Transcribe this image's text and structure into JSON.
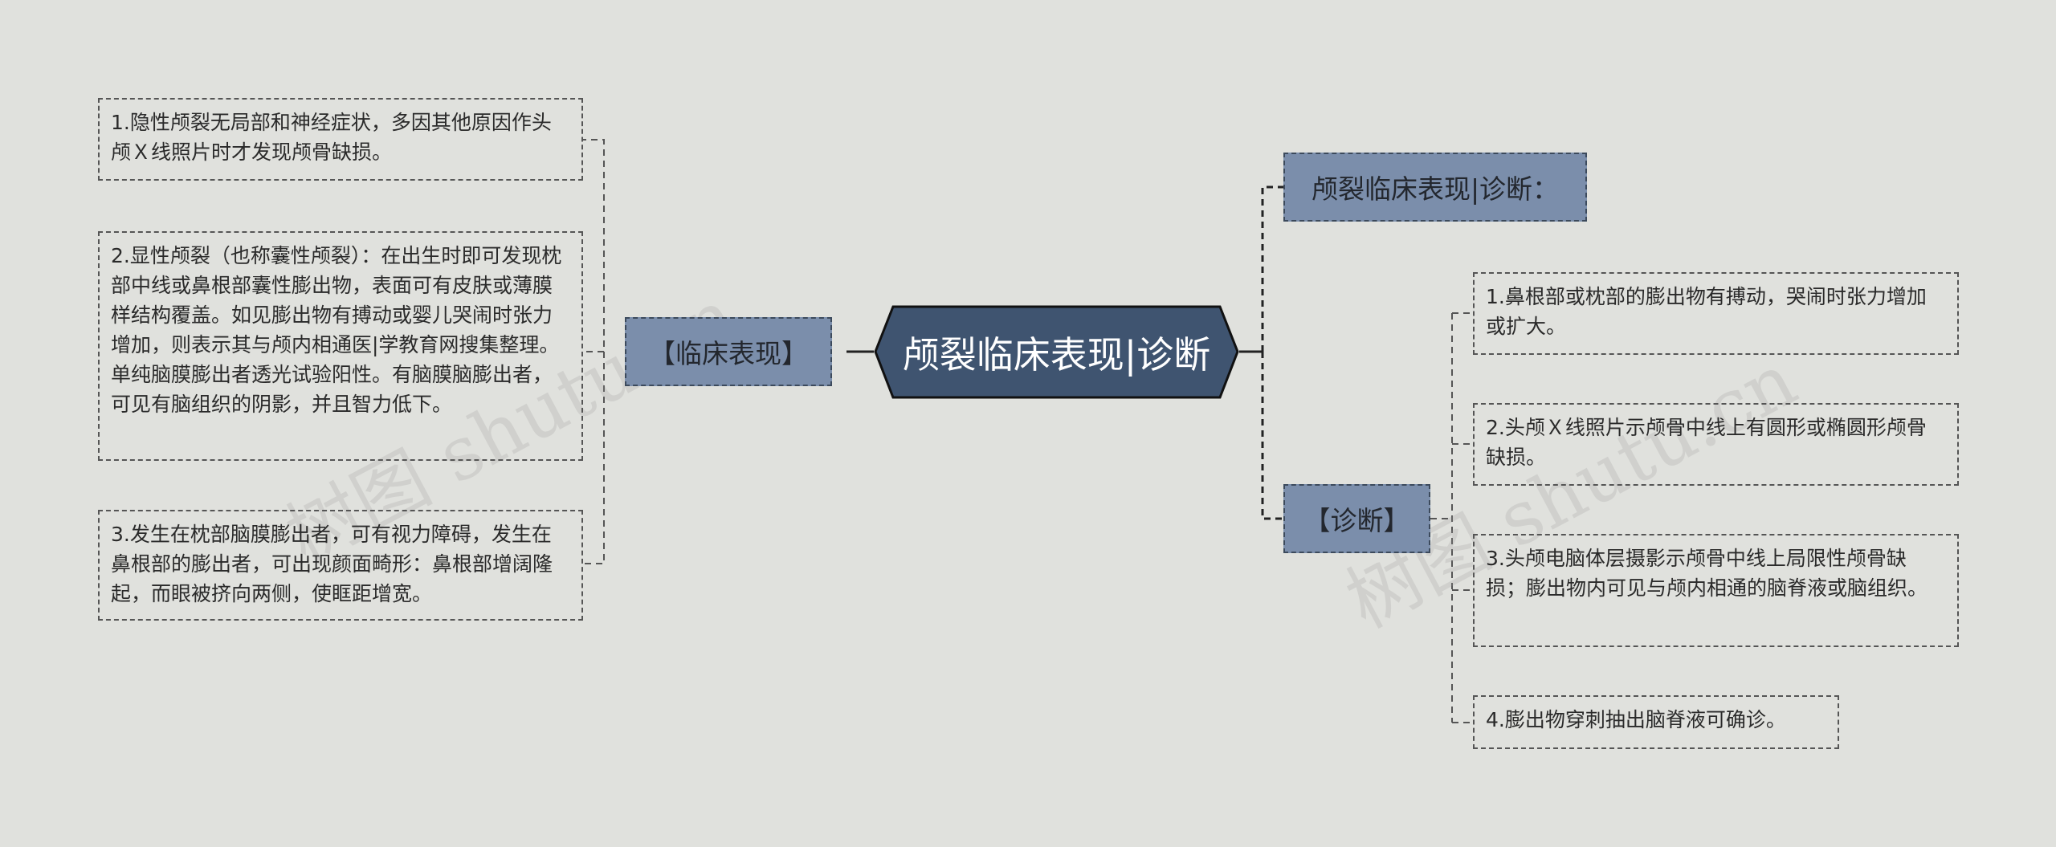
{
  "root": {
    "label": "颅裂临床表现|诊断"
  },
  "branches": {
    "clinical": {
      "label": "【临床表现】",
      "items": [
        "1.隐性颅裂无局部和神经症状，多因其他原因作头颅Ｘ线照片时才发现颅骨缺损。",
        "2.显性颅裂（也称囊性颅裂）：在出生时即可发现枕部中线或鼻根部囊性膨出物，表面可有皮肤或薄膜样结构覆盖。如见膨出物有搏动或婴儿哭闹时张力增加，则表示其与颅内相通医|学教育网搜集整理。单纯脑膜膨出者透光试验阳性。有脑膜脑膨出者，可见有脑组织的阴影，并且智力低下。",
        "3.发生在枕部脑膜膨出者，可有视力障碍，发生在鼻根部的膨出者，可出现颜面畸形：鼻根部增阔隆起，而眼被挤向两侧，使眶距增宽。"
      ]
    },
    "title_node": {
      "label": "颅裂临床表现|诊断："
    },
    "diagnosis": {
      "label": "【诊断】",
      "items": [
        "1.鼻根部或枕部的膨出物有搏动，哭闹时张力增加或扩大。",
        "2.头颅Ｘ线照片示颅骨中线上有圆形或椭圆形颅骨缺损。",
        "3.头颅电脑体层摄影示颅骨中线上局限性颅骨缺损；膨出物内可见与颅内相通的脑脊液或脑组织。",
        "4.膨出物穿刺抽出脑脊液可确诊。"
      ]
    }
  },
  "watermarks": [
    "树图 shutu.cn",
    "树图 shutu.cn"
  ],
  "colors": {
    "background": "#e0e1dd",
    "root_fill": "#3f5470",
    "sub_fill": "#7b8eab",
    "line": "#222222"
  }
}
